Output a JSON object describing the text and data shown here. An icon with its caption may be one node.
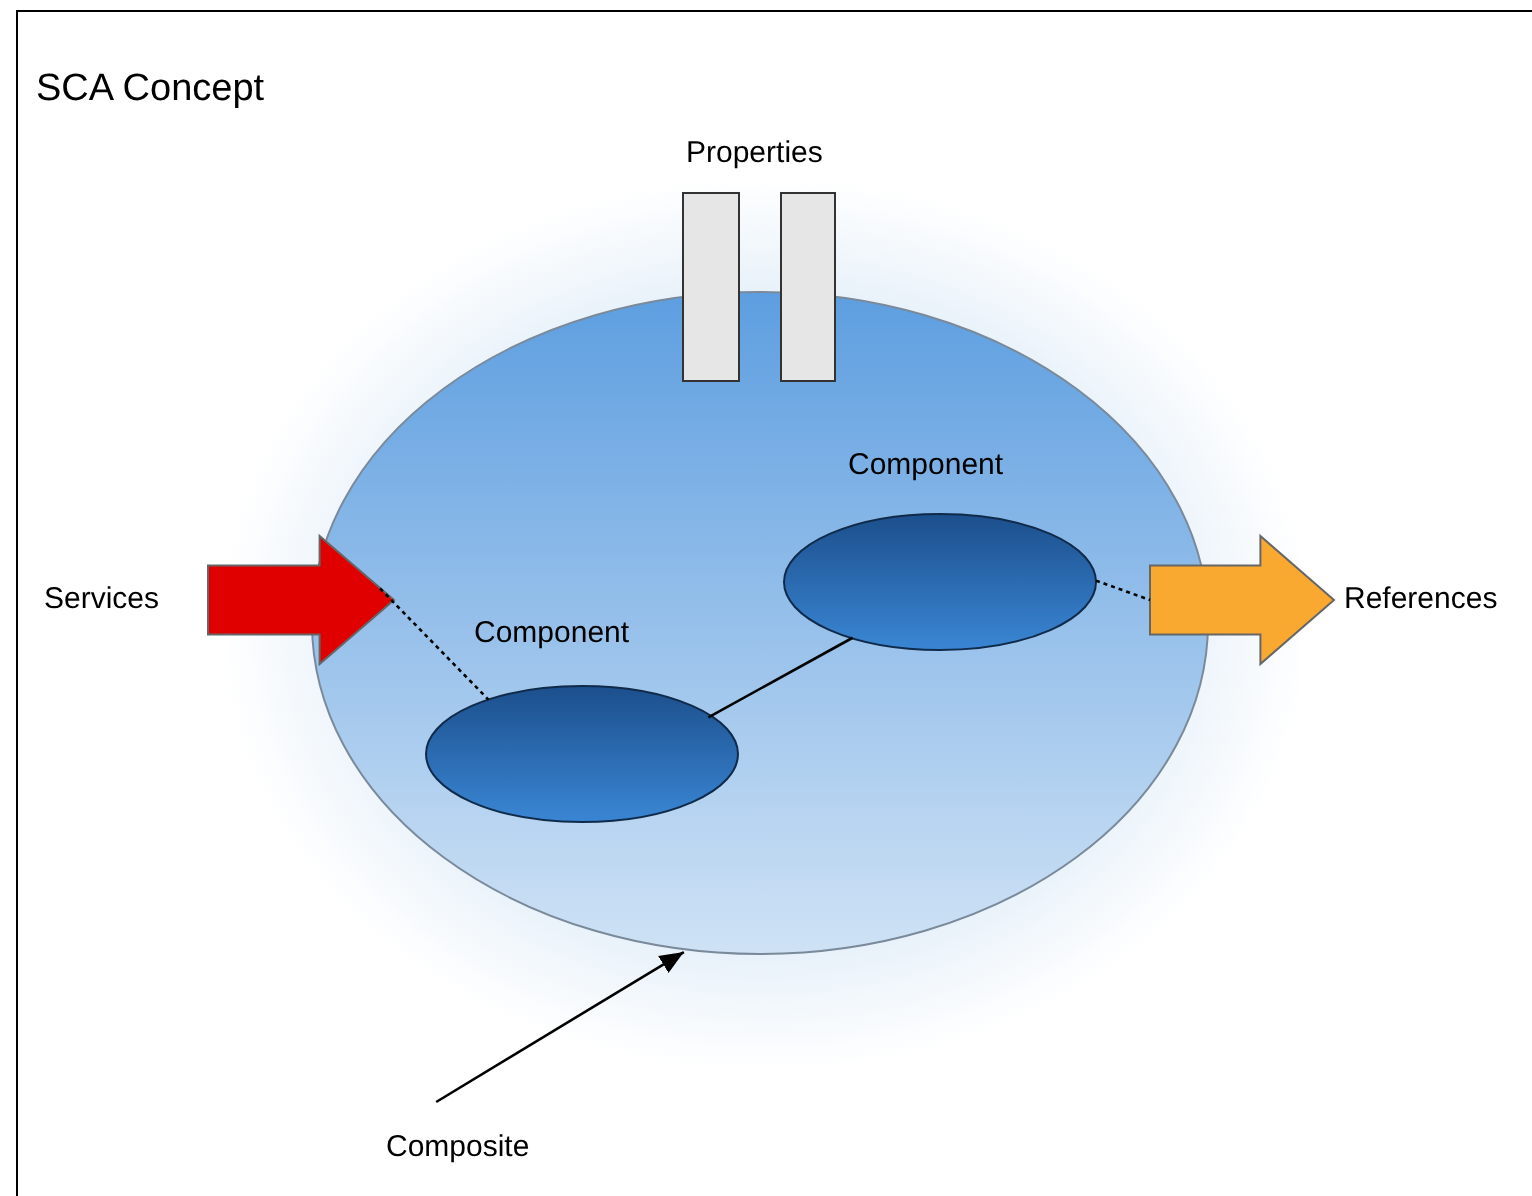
{
  "diagram": {
    "title": "SCA Concept",
    "nodes": [
      {
        "text": [],
        "shape": "ellipse"
      },
      {
        "text": [],
        "shape": "bar"
      },
      {
        "text": [],
        "shape": "bar"
      },
      {
        "text": [],
        "shape": "arrow",
        "beside": [
          "Services"
        ]
      },
      {
        "text": [
          "Component"
        ],
        "in": 0
      },
      {
        "text": [],
        "shape": "arrow",
        "beside": [
          "References"
        ]
      },
      {
        "text": [
          "Component"
        ],
        "in": 0
      },
      {
        "text": [
          "Composite"
        ]
      }
    ],
    "edges": [
      {
        "from": 3,
        "to": 6,
        "arrow": "none",
        "style": "dashed"
      },
      {
        "from": 4,
        "to": 5,
        "arrow": "none",
        "style": "dashed"
      },
      {
        "from": 6,
        "to": 4,
        "arrow": "none"
      },
      {
        "from": 7,
        "to": 0,
        "arrow": "to"
      }
    ],
    "labels": [
      "Properties"
    ]
  }
}
